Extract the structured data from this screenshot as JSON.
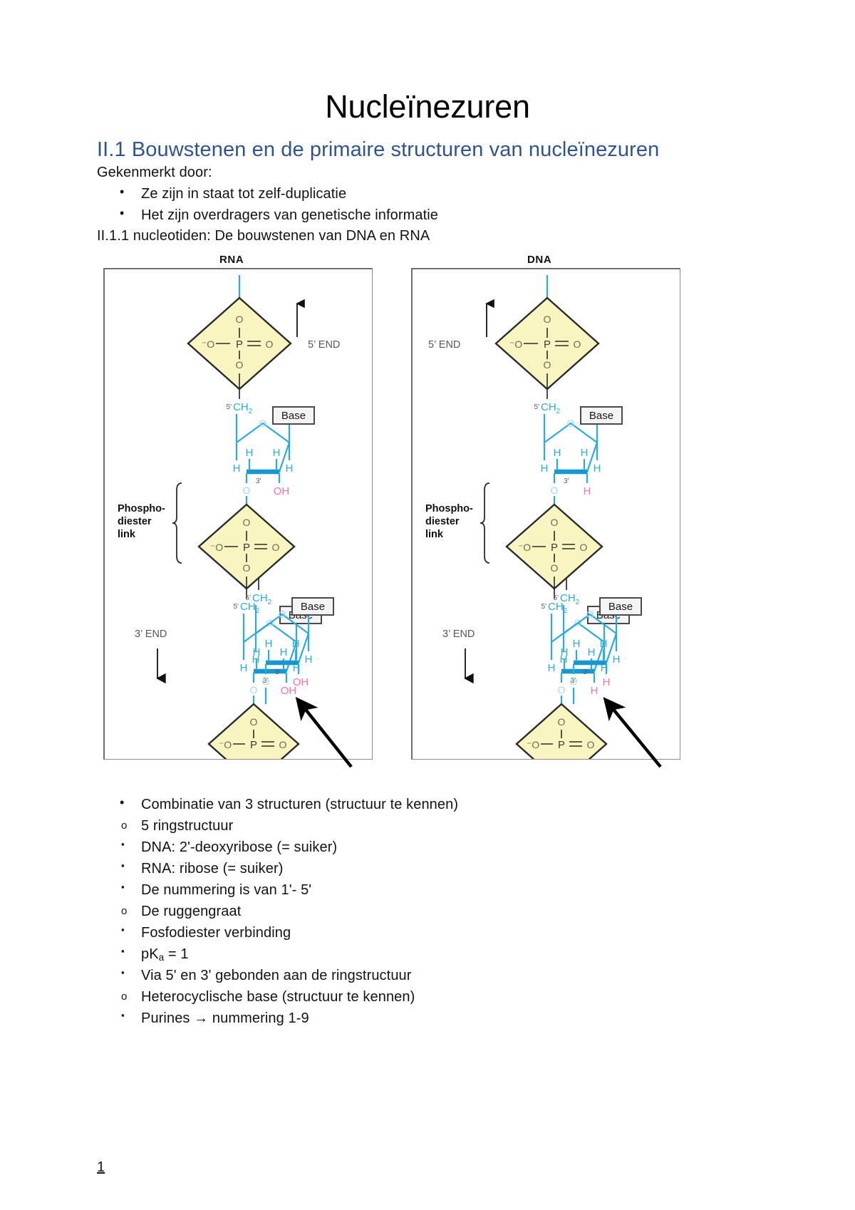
{
  "document": {
    "title": "Nucleïnezuren",
    "page_number": "1"
  },
  "section": {
    "heading": "II.1 Bouwstenen en de primaire structuren van nucleïnezuren",
    "intro": "Gekenmerkt door:",
    "intro_bullets": [
      "Ze zijn in staat tot zelf-duplicatie",
      "Het zijn overdragers van genetische informatie"
    ],
    "subheading": "II.1.1 nucleotiden: De bouwstenen van DNA en RNA"
  },
  "figure": {
    "panels": [
      {
        "caption": "RNA",
        "five_prime_label": "5' END",
        "three_prime_label": "3' END",
        "phosphodiester_label_lines": [
          "Phospho-",
          "diester",
          "link"
        ],
        "base_label": "Base",
        "ch2_label": "CH",
        "ch2_sub": "2",
        "five_prime_prime": "5'",
        "three_prime_prime": "3'",
        "oxygen": "O",
        "phosphorus": "P",
        "hydrogen": "H",
        "minus_o": "⁻O",
        "double_bond_o": "O",
        "two_prime_group": "OH",
        "two_prime_group_color": "#ff6fae"
      },
      {
        "caption": "DNA",
        "five_prime_label": "5' END",
        "three_prime_label": "3' END",
        "phosphodiester_label_lines": [
          "Phospho-",
          "diester",
          "link"
        ],
        "base_label": "Base",
        "ch2_label": "CH",
        "ch2_sub": "2",
        "five_prime_prime": "5'",
        "three_prime_prime": "3'",
        "oxygen": "O",
        "phosphorus": "P",
        "hydrogen": "H",
        "minus_o": "⁻O",
        "double_bond_o": "O",
        "two_prime_group": "H",
        "two_prime_group_color": "#ff6fae"
      }
    ],
    "colors": {
      "phosphate_fill": "#f8f5c0",
      "phosphate_stroke": "#2b2b2b",
      "sugar_stroke": "#29abe2",
      "sugar_bold": "#1797d2",
      "label_gray": "#5a5a5a",
      "pink": "#ff6fae",
      "panel_border": "#8d8d8d"
    }
  },
  "notes": {
    "bullets": [
      {
        "text": "Combinatie van 3 structuren (structuur te kennen)",
        "children": [
          {
            "text": "5 ringstructuur",
            "children": [
              {
                "text": "DNA: 2'-deoxyribose (= suiker)"
              },
              {
                "text": "RNA: ribose (= suiker)"
              },
              {
                "text": "De nummering is van 1'- 5'"
              }
            ]
          },
          {
            "text": "De ruggengraat",
            "children": [
              {
                "text": "Fosfodiester verbinding"
              },
              {
                "text_prefix": "pK",
                "text_sub": "a",
                "text_suffix": " = 1"
              },
              {
                "text": "Via 5' en 3' gebonden aan de ringstructuur"
              }
            ]
          },
          {
            "text": "Heterocyclische base (structuur te kennen)",
            "children": [
              {
                "text": "Purines → nummering 1-9"
              }
            ]
          }
        ]
      }
    ]
  }
}
